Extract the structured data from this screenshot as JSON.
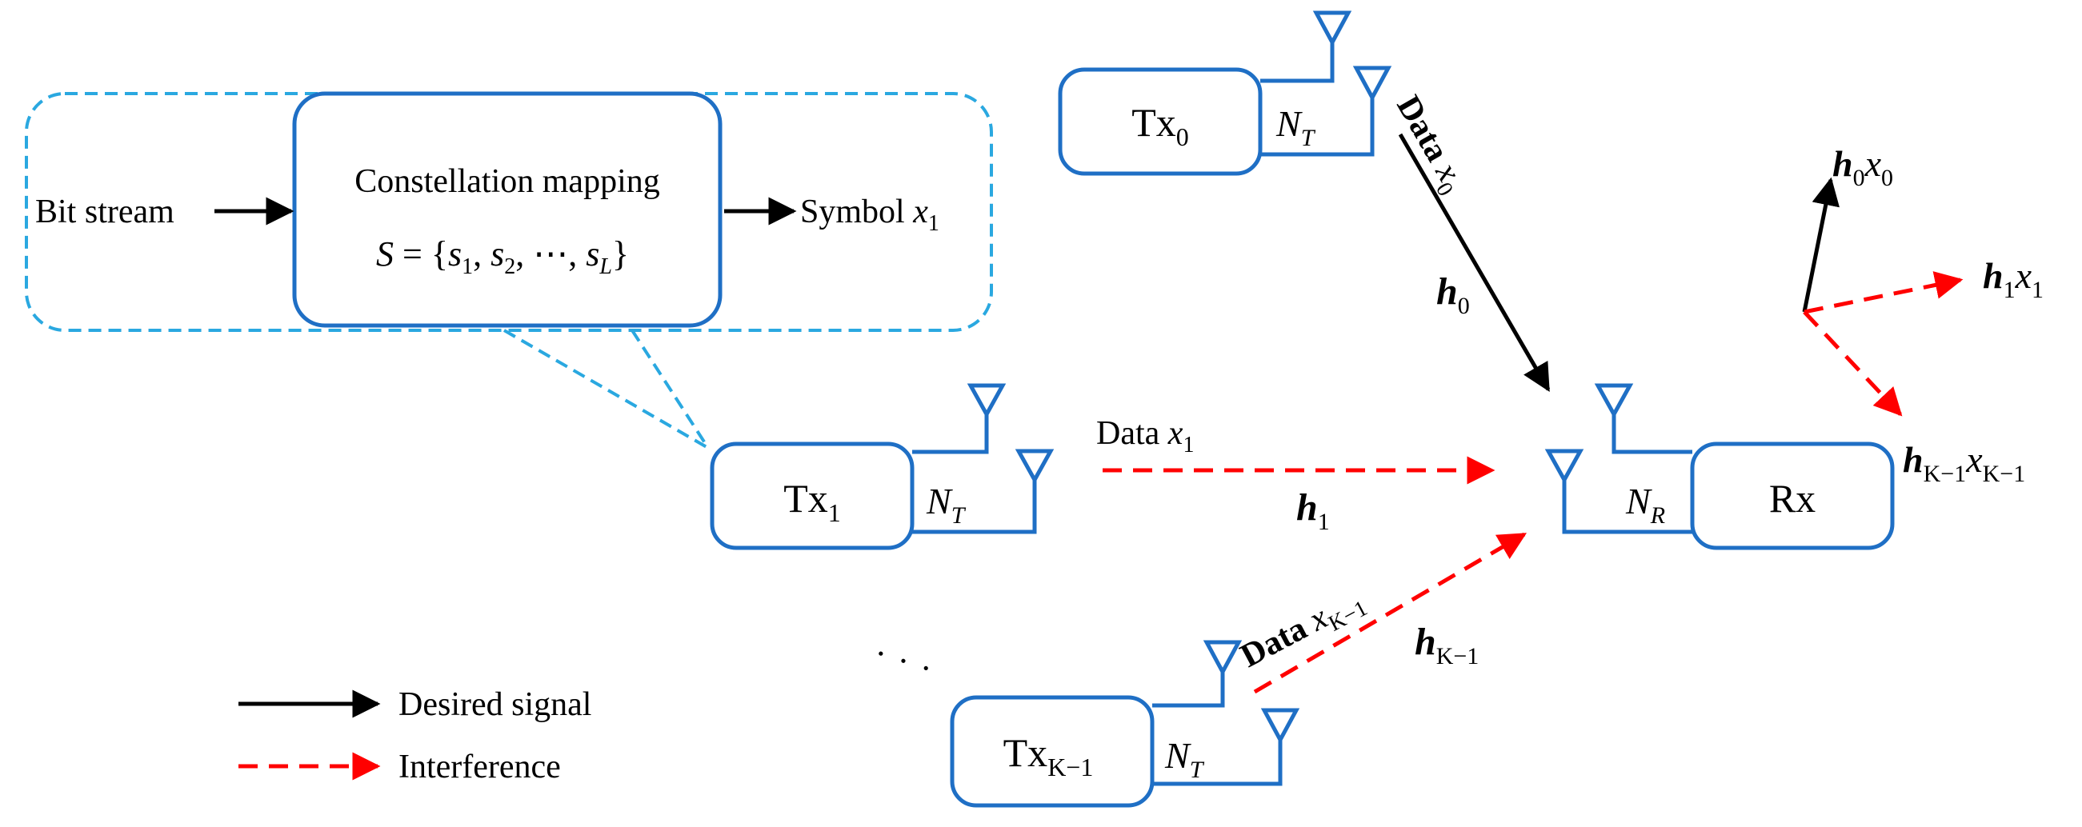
{
  "mapping": {
    "input_label": "Bit stream",
    "block_title": "Constellation mapping",
    "set_expr": {
      "lhs": "S",
      "eq": " = {",
      "s": "s",
      "sub1": "1",
      "sub2": "2",
      "dots": "⋯",
      "subL": "L",
      "close": "}"
    },
    "output_label": "Symbol ",
    "output_var": "x",
    "output_sub": "1"
  },
  "transmitters": [
    {
      "label": "Tx",
      "sub": "0",
      "antennas": "N",
      "antennas_sub": "T"
    },
    {
      "label": "Tx",
      "sub": "1",
      "antennas": "N",
      "antennas_sub": "T"
    },
    {
      "label": "Tx",
      "sub": "K−1",
      "antennas": "N",
      "antennas_sub": "T"
    }
  ],
  "receiver": {
    "label": "Rx",
    "antennas": "N",
    "antennas_sub": "R"
  },
  "links": [
    {
      "data": "Data ",
      "var": "x",
      "sub": "0",
      "channel": "h",
      "channel_sub": "0",
      "type": "desired"
    },
    {
      "data": "Data ",
      "var": "x",
      "sub": "1",
      "channel": "h",
      "channel_sub": "1",
      "type": "interference"
    },
    {
      "data": "Data ",
      "var": "x",
      "sub": "K−1",
      "channel": "h",
      "channel_sub": "K−1",
      "type": "interference"
    }
  ],
  "signal_space": [
    {
      "h": "h",
      "h_sub": "0",
      "x": "x",
      "x_sub": "0"
    },
    {
      "h": "h",
      "h_sub": "1",
      "x": "x",
      "x_sub": "1"
    },
    {
      "h": "h",
      "h_sub": "K−1",
      "x": "x",
      "x_sub": "K−1"
    }
  ],
  "ellipsis": "·  ·  ·",
  "legend": {
    "desired": "Desired signal",
    "interference": "Interference"
  },
  "colors": {
    "block": "#1f6fc5",
    "inset": "#2aa8e0",
    "desired": "#000000",
    "interference": "#ff0000"
  }
}
